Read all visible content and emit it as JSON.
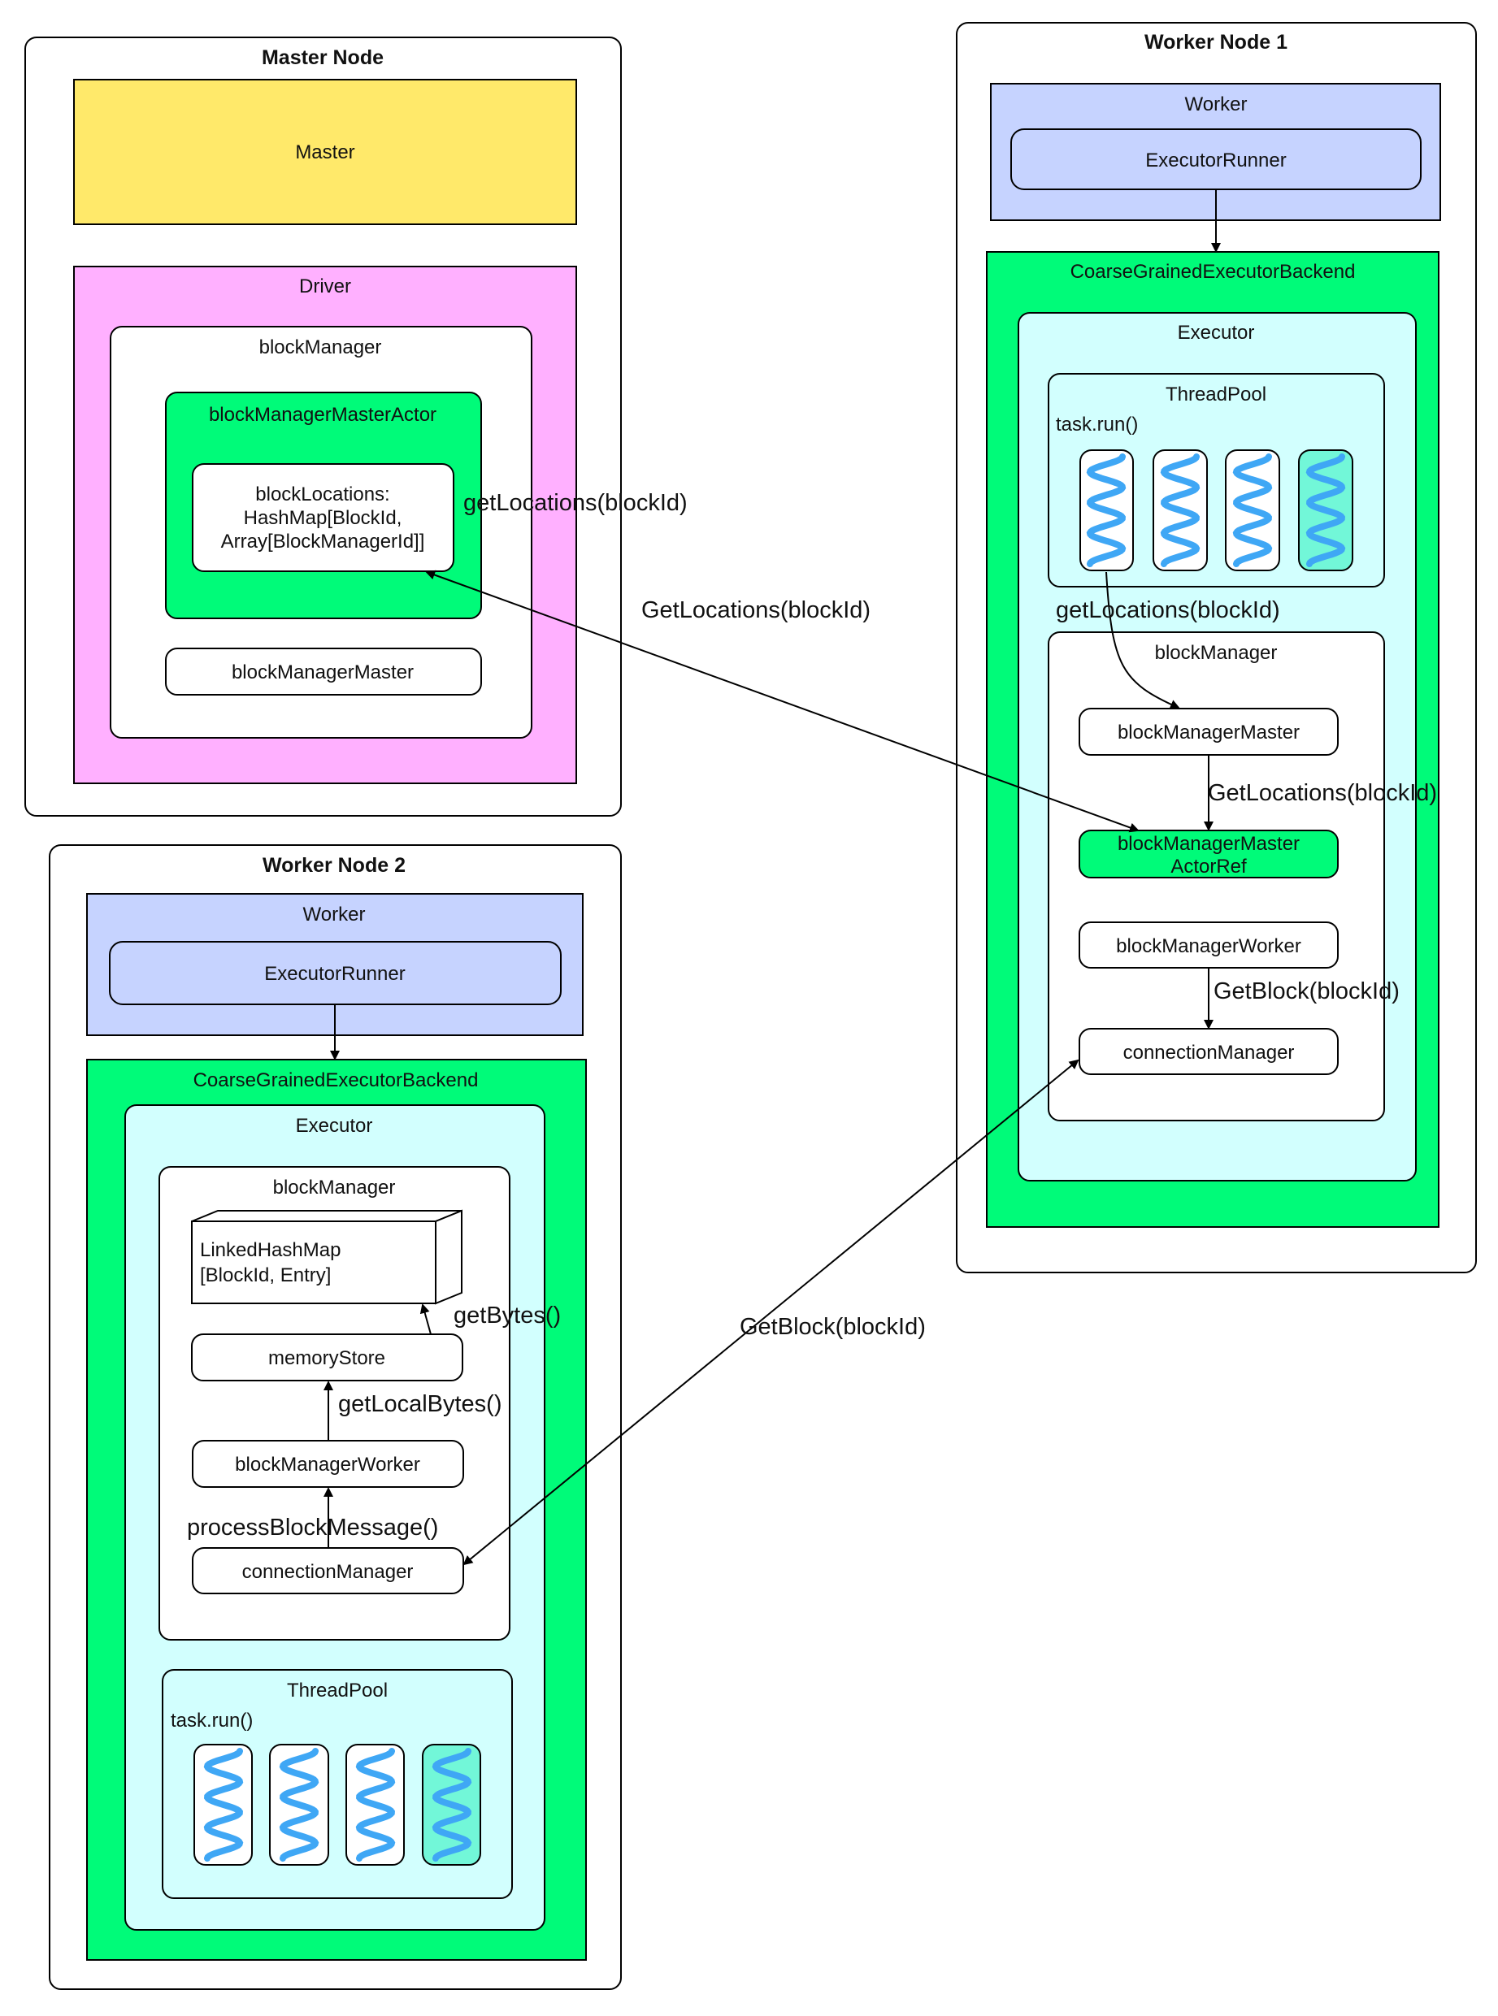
{
  "colors": {
    "master_yellow": "#FFE96A",
    "driver_pink": "#FFB0FF",
    "actor_green": "#00FB79",
    "worker_blue": "#C6D3FF",
    "executor_cyan": "#D2FFFE",
    "thread_highlight": "#72F7D8",
    "spring_blue": "#3FA7F5",
    "node_white": "#FFFFFF"
  },
  "master_node": {
    "title": "Master Node",
    "master_label": "Master",
    "driver_label": "Driver",
    "block_manager_label": "blockManager",
    "actor_label": "blockManagerMasterActor",
    "block_locations_lines": [
      "blockLocations:",
      "HashMap[BlockId,",
      "Array[BlockManagerId]]"
    ],
    "block_manager_master_label": "blockManagerMaster"
  },
  "worker_node_1": {
    "title": "Worker Node 1",
    "worker_label": "Worker",
    "executor_runner_label": "ExecutorRunner",
    "backend_label": "CoarseGrainedExecutorBackend",
    "executor_label": "Executor",
    "threadpool_label": "ThreadPool",
    "task_run_label": "task.run()",
    "block_manager_label": "blockManager",
    "block_manager_master_label": "blockManagerMaster",
    "actor_ref_lines": [
      "blockManagerMaster",
      "ActorRef"
    ],
    "block_manager_worker_label": "blockManagerWorker",
    "connection_manager_label": "connectionManager"
  },
  "worker_node_2": {
    "title": "Worker Node 2",
    "worker_label": "Worker",
    "executor_runner_label": "ExecutorRunner",
    "backend_label": "CoarseGrainedExecutorBackend",
    "executor_label": "Executor",
    "block_manager_label": "blockManager",
    "hashmap_lines": [
      "LinkedHashMap",
      "[BlockId, Entry]"
    ],
    "memory_store_label": "memoryStore",
    "block_manager_worker_label": "blockManagerWorker",
    "connection_manager_label": "connectionManager",
    "threadpool_label": "ThreadPool",
    "task_run_label": "task.run()"
  },
  "edges": {
    "get_locations_master": "getLocations(blockId)",
    "get_locations_message": "GetLocations(blockId)",
    "get_locations_worker": "getLocations(blockId)",
    "get_locations_actor": "GetLocations(blockId)",
    "get_block_local": "GetBlock(blockId)",
    "get_block_remote": "GetBlock(blockId)",
    "get_bytes": "getBytes()",
    "get_local_bytes": "getLocalBytes()",
    "process_block_message": "processBlockMessage()"
  }
}
